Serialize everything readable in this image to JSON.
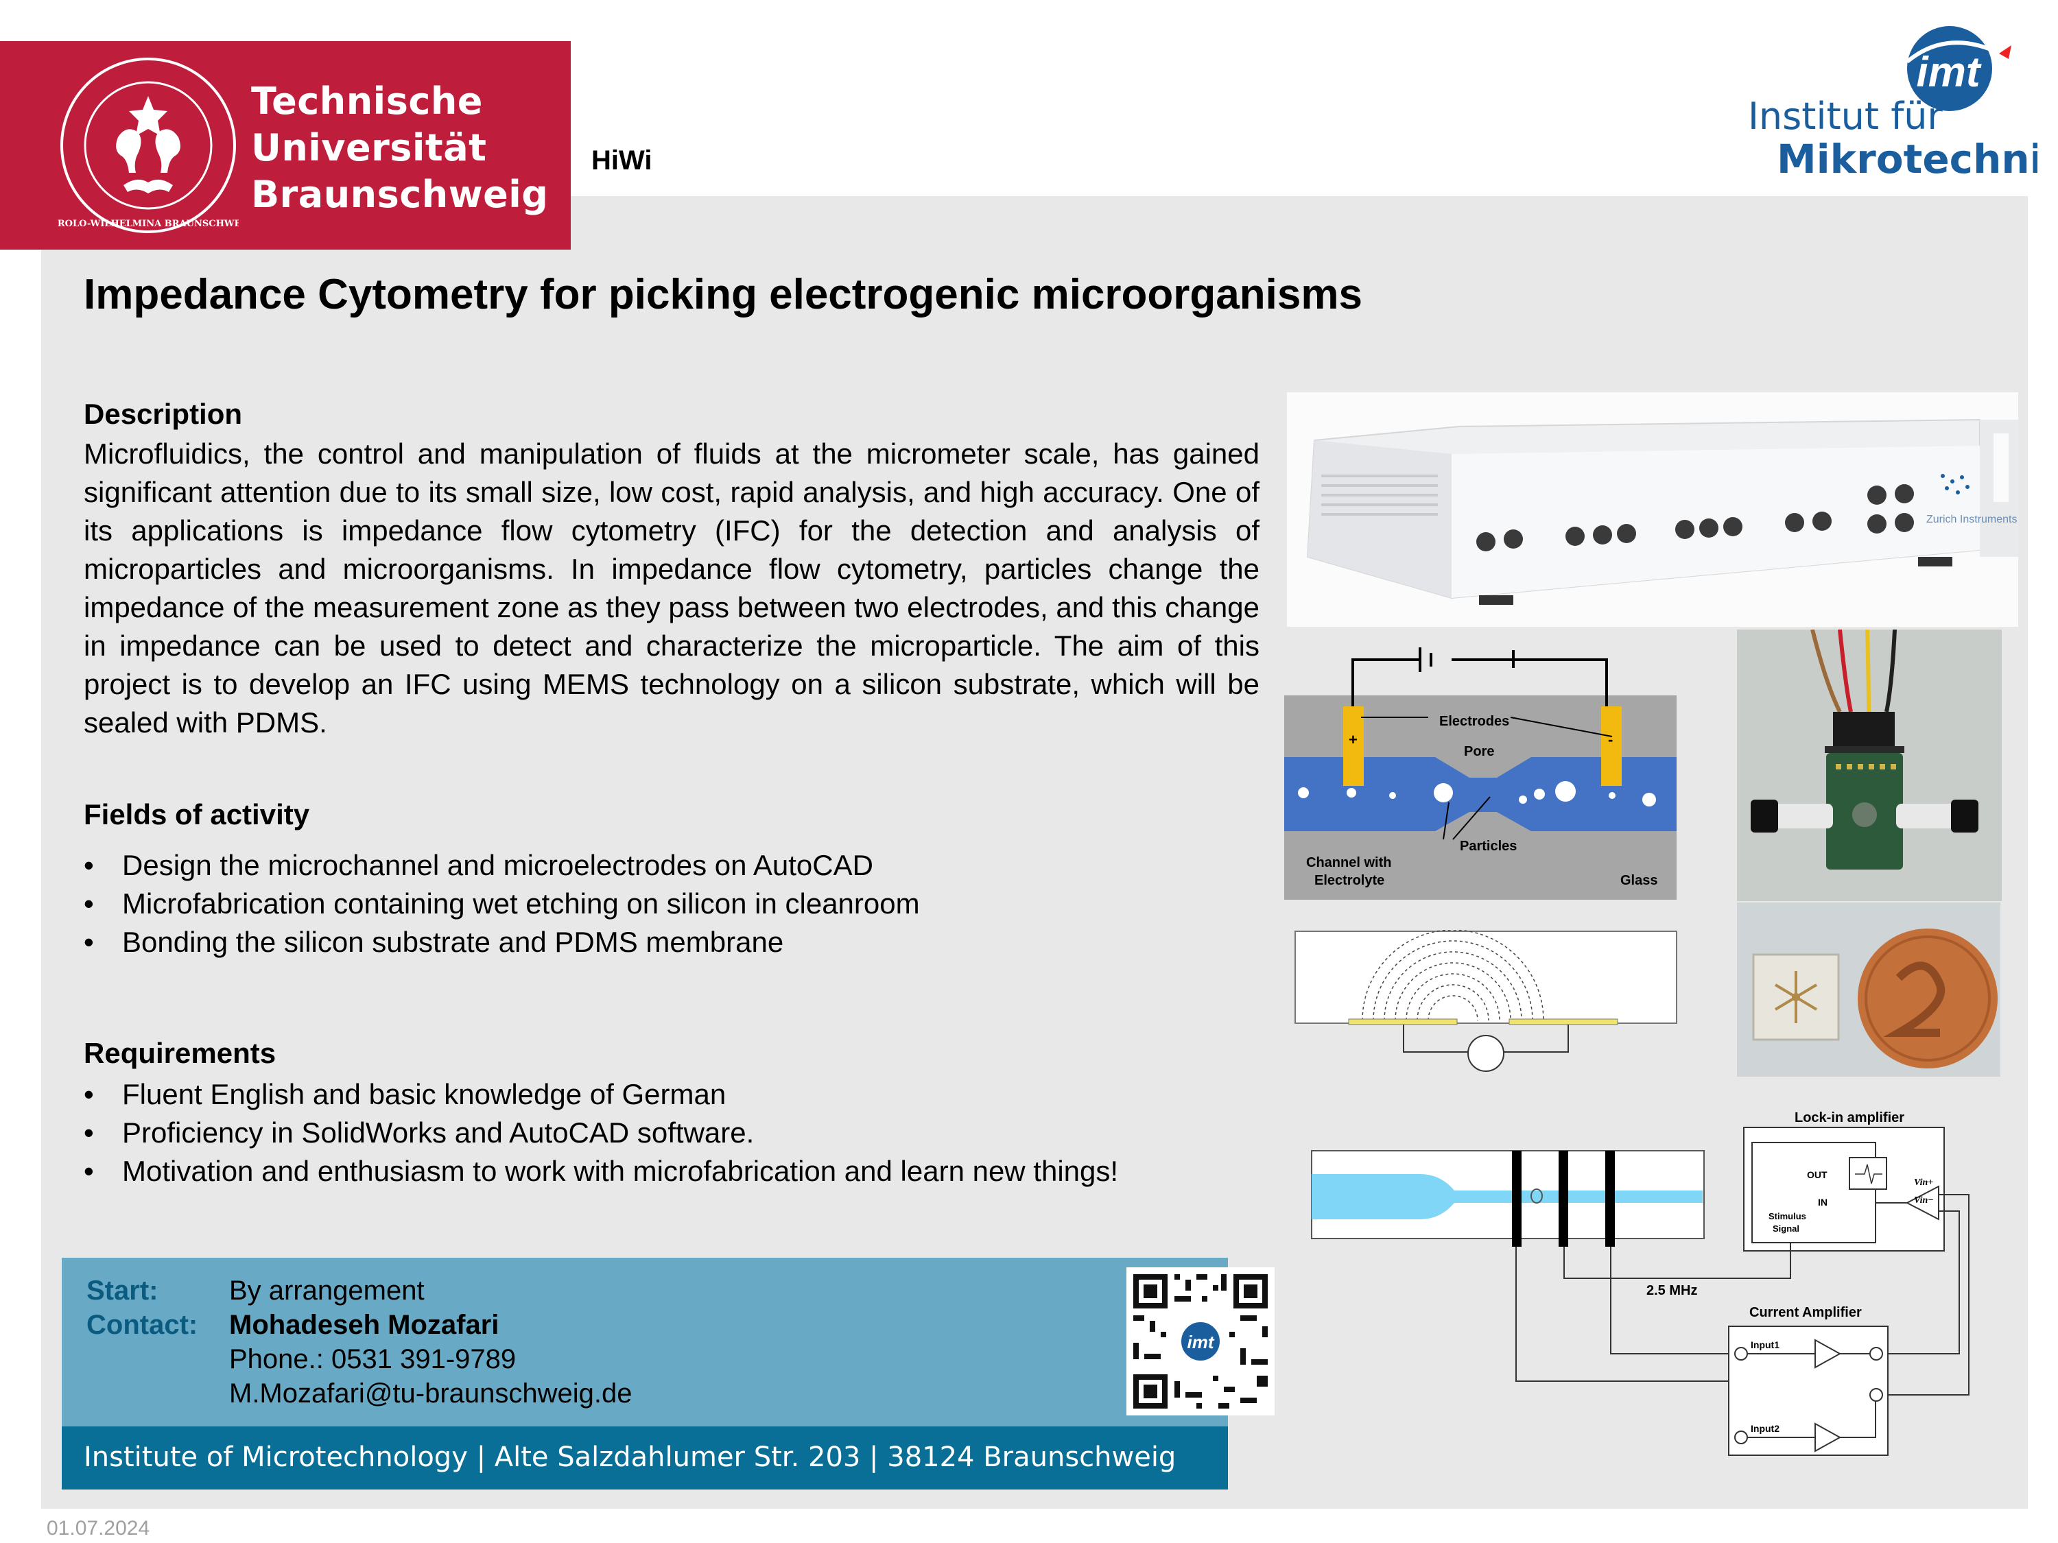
{
  "logo": {
    "university_lines": [
      "Technische",
      "Universität",
      "Braunschweig"
    ],
    "seal_text": "CAROLO-WILHELMINA BRAUNSCHWEIG",
    "institute_line1": "Institut für",
    "institute_line2": "Mikrotechnik",
    "imt_badge": "imt"
  },
  "tag": "HiWi",
  "title": "Impedance Cytometry for picking electrogenic microorganisms",
  "description": {
    "heading": "Description",
    "text": "Microfluidics, the control and manipulation of fluids at the micrometer scale, has gained significant attention due to its small size, low cost, rapid analysis, and high accuracy. One of its applications is impedance flow cytometry (IFC) for the detection and analysis of microparticles and microorganisms. In impedance flow cytometry, particles change the impedance of the measurement zone as they pass between two electrodes, and this change in impedance can be used to detect and characterize the microparticle. The aim of this project is to develop an IFC using MEMS technology on a silicon substrate, which will be sealed with PDMS."
  },
  "fields": {
    "heading": "Fields of activity",
    "items": [
      "Design the microchannel and microelectrodes on AutoCAD",
      "Microfabrication containing wet etching on silicon in cleanroom",
      "Bonding the silicon substrate and PDMS membrane"
    ]
  },
  "requirements": {
    "heading": "Requirements",
    "items": [
      "Fluent English and basic knowledge of German",
      "Proficiency in SolidWorks and AutoCAD software.",
      "Motivation and enthusiasm to work with microfabrication and learn new things!"
    ]
  },
  "contact": {
    "start_label": "Start:",
    "start_value": "By arrangement",
    "contact_label": "Contact:",
    "name": "Mohadeseh Mozafari",
    "phone": "Phone.: 0531 391-9789",
    "email": "M.Mozafari@tu-braunschweig.de"
  },
  "footer": "Institute of Microtechnology | Alte Salzdahlumer Str. 203  | 38124 Braunschweig",
  "date": "01.07.2024",
  "figures": {
    "device_brand": "Zurich Instruments",
    "schematic": {
      "electrodes": "Electrodes",
      "pore": "Pore",
      "particles": "Particles",
      "channel_line1": "Channel with",
      "channel_line2": "Electrolyte",
      "glass": "Glass",
      "plus": "+",
      "minus": "-"
    },
    "circuit": {
      "lockin": "Lock-in amplifier",
      "out": "OUT",
      "in": "IN",
      "stimulus_line1": "Stimulus",
      "stimulus_line2": "Signal",
      "vin_plus": "Vin+",
      "vin_minus": "Vin−",
      "freq": "2.5 MHz",
      "current_amp": "Current Amplifier",
      "input1": "Input1",
      "input2": "Input2"
    }
  },
  "colors": {
    "tu_red": "#be1e3c",
    "contact_blue": "#68aac6",
    "footer_blue": "#0a6f96",
    "imt_blue": "#1b5e9e",
    "channel_blue": "#4472c4"
  }
}
